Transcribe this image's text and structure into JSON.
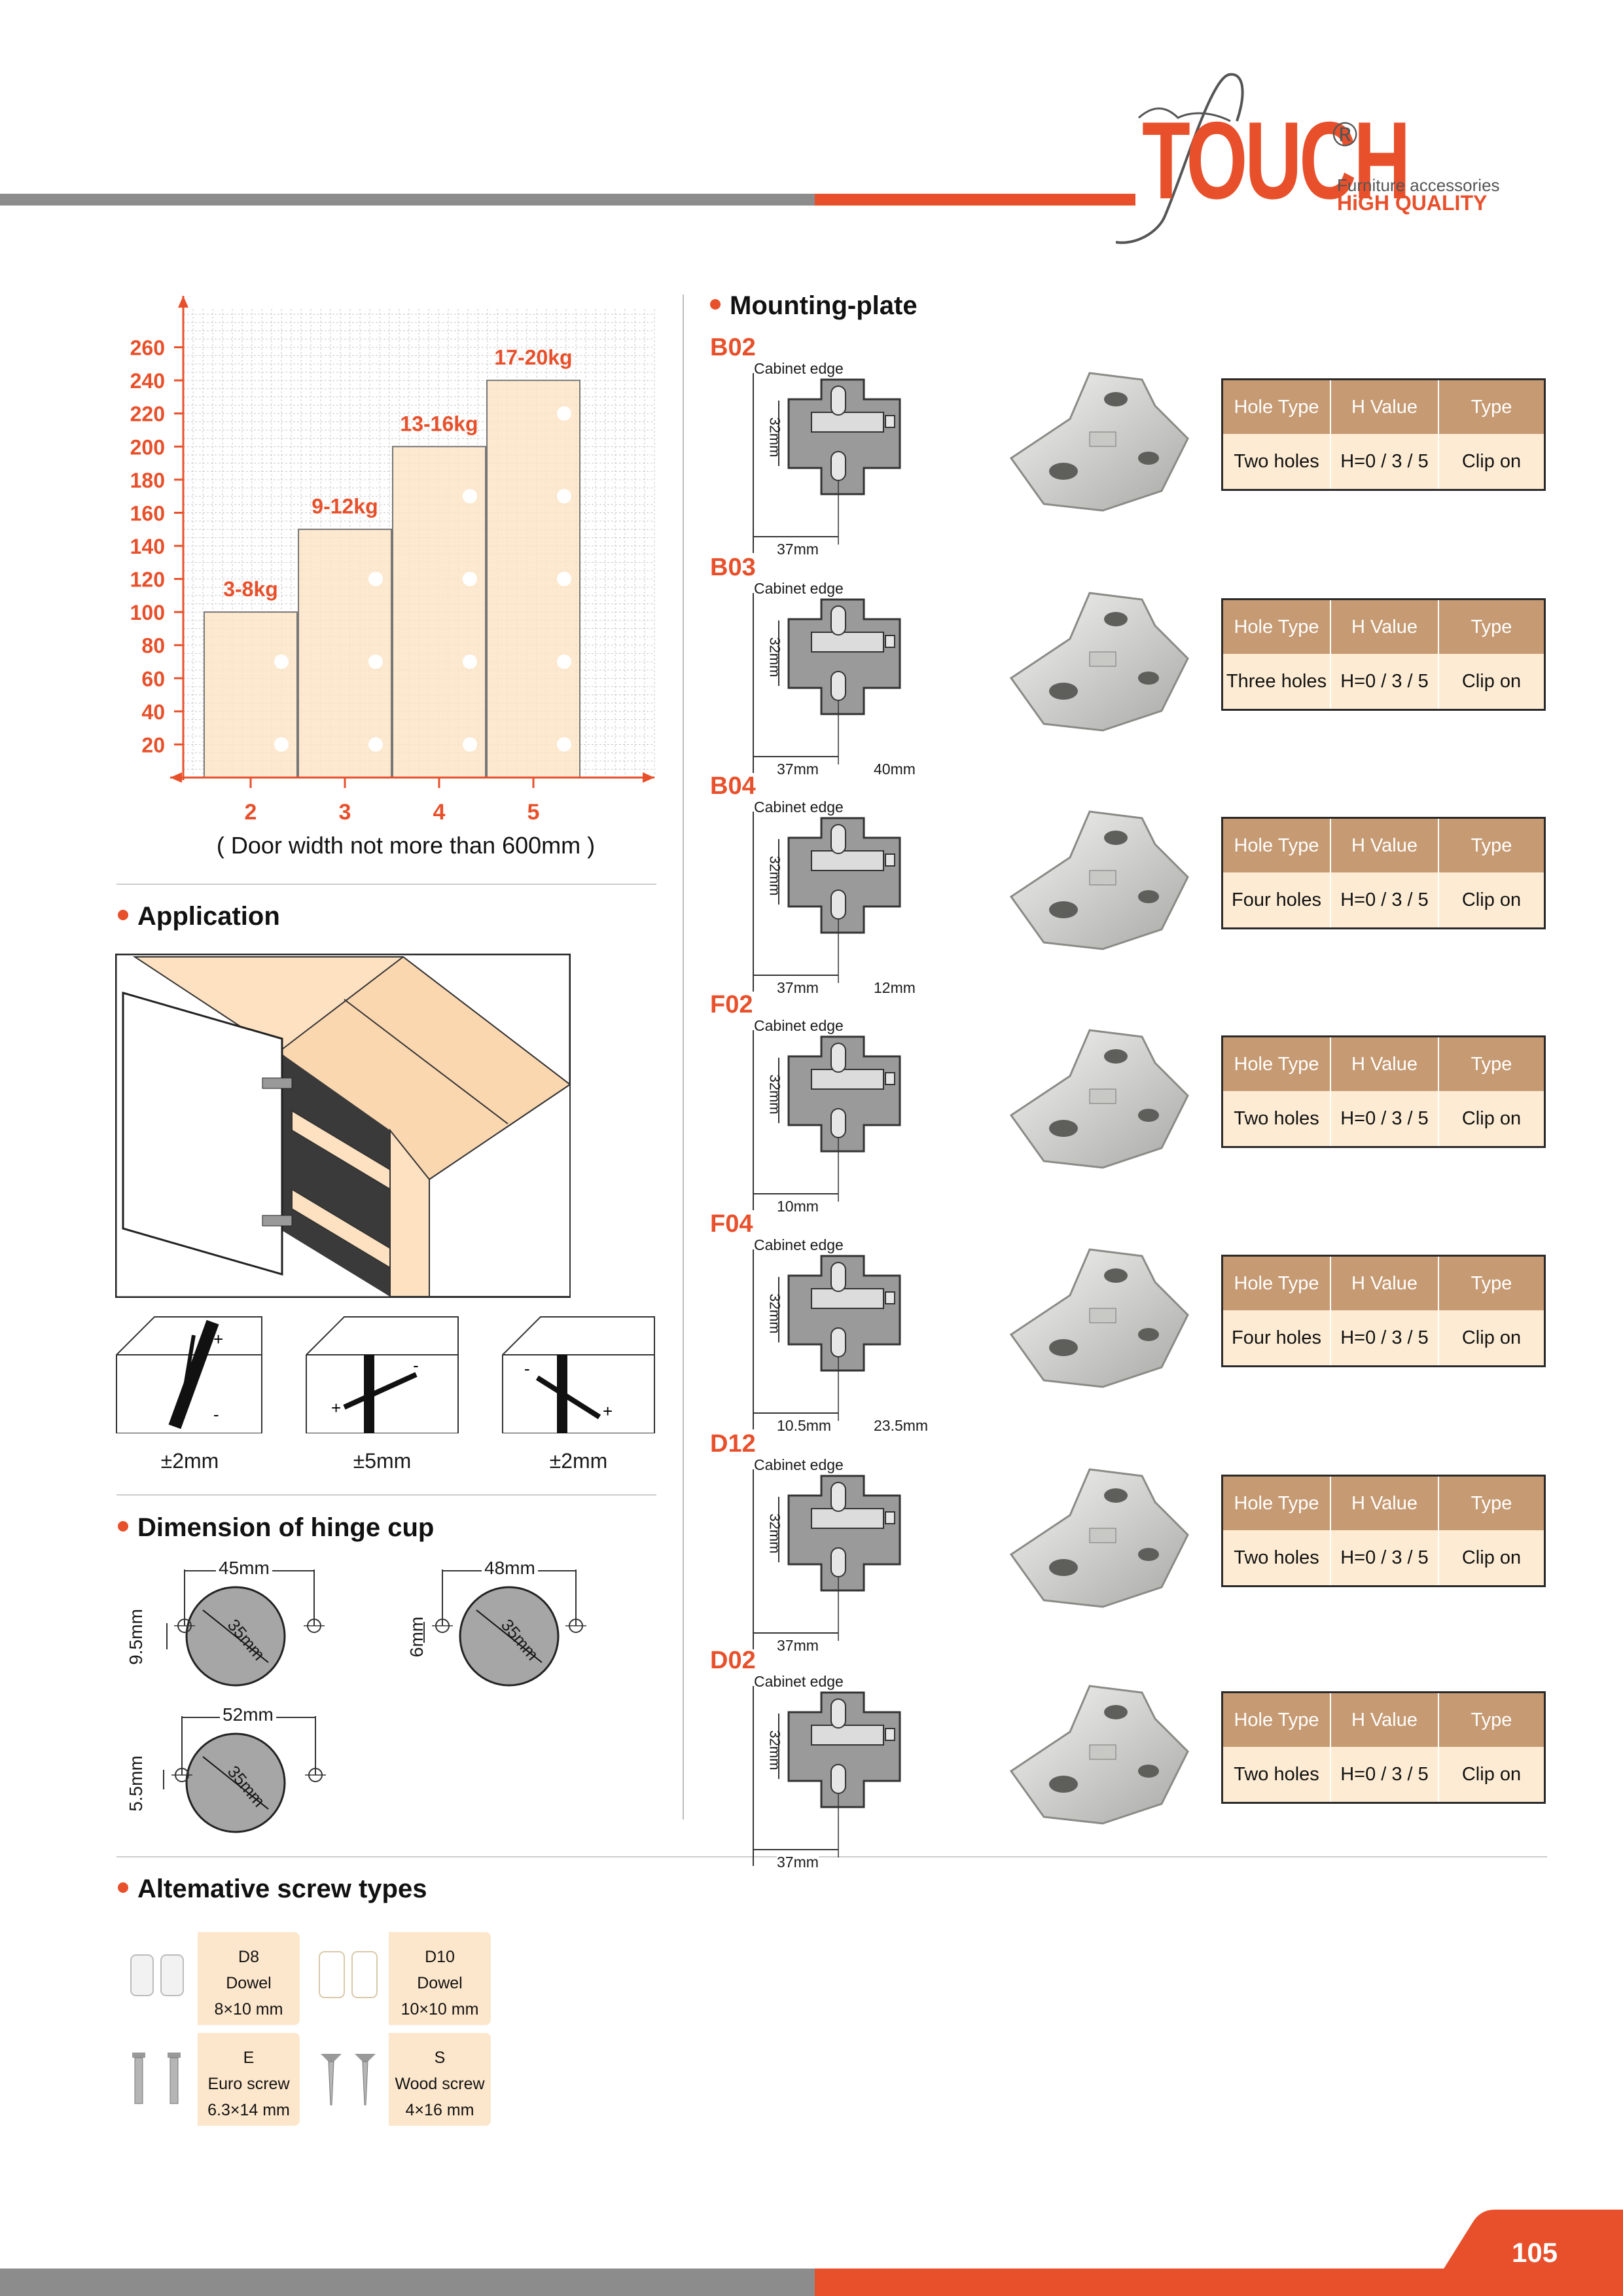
{
  "brand": {
    "name": "TOUCH",
    "registered": "®",
    "tagline1": "Furniture accessories",
    "tagline2": "HiGH QUALITY"
  },
  "page_number": "105",
  "chart_data": {
    "type": "bar",
    "categories": [
      "2",
      "3",
      "4",
      "5"
    ],
    "values": [
      100,
      150,
      200,
      240
    ],
    "data_labels": [
      "3-8kg",
      "9-12kg",
      "13-16kg",
      "17-20kg"
    ],
    "y_ticks": [
      "20",
      "40",
      "60",
      "80",
      "100",
      "120",
      "140",
      "160",
      "180",
      "200",
      "220",
      "240",
      "260"
    ],
    "xlabel": "( Door width not more than 600mm )",
    "ylim": [
      0,
      280
    ],
    "grid": true,
    "colors": {
      "axis": "#e8502b",
      "bar_fill": "#fde3c4",
      "bar_stroke": "#777777",
      "label": "#e8502b"
    }
  },
  "application": {
    "title": "Application",
    "adjustments": [
      "±2mm",
      "±5mm",
      "±2mm"
    ]
  },
  "hinge_cup": {
    "title": "Dimension of hinge cup",
    "cups": [
      {
        "width": "45mm",
        "offset": "9.5mm",
        "diameter": "35mm"
      },
      {
        "width": "48mm",
        "offset": "6mm",
        "diameter": "35mm"
      },
      {
        "width": "52mm",
        "offset": "5.5mm",
        "diameter": "35mm"
      }
    ]
  },
  "mounting_plate": {
    "title": "Mounting-plate",
    "cabinet_edge": "Cabinet edge",
    "headers": [
      "Hole Type",
      "H Value",
      "Type"
    ],
    "items": [
      {
        "code": "B02",
        "hole_type": "Two holes",
        "h_value": "H=0 / 3 / 5",
        "type": "Clip on",
        "dim_v": "32mm",
        "dim_a": "37mm",
        "dim_b": ""
      },
      {
        "code": "B03",
        "hole_type": "Three holes",
        "h_value": "H=0 / 3 / 5",
        "type": "Clip on",
        "dim_v": "32mm",
        "dim_a": "37mm",
        "dim_b": "40mm"
      },
      {
        "code": "B04",
        "hole_type": "Four holes",
        "h_value": "H=0 / 3 / 5",
        "type": "Clip on",
        "dim_v": "32mm",
        "dim_a": "37mm",
        "dim_b": "12mm"
      },
      {
        "code": "F02",
        "hole_type": "Two holes",
        "h_value": "H=0 / 3 / 5",
        "type": "Clip on",
        "dim_v": "32mm",
        "dim_a": "10mm",
        "dim_b": ""
      },
      {
        "code": "F04",
        "hole_type": "Four holes",
        "h_value": "H=0 / 3 / 5",
        "type": "Clip on",
        "dim_v": "32mm",
        "dim_a": "10.5mm",
        "dim_b": "23.5mm"
      },
      {
        "code": "D12",
        "hole_type": "Two holes",
        "h_value": "H=0 / 3 / 5",
        "type": "Clip on",
        "dim_v": "32mm",
        "dim_a": "37mm",
        "dim_b": ""
      },
      {
        "code": "D02",
        "hole_type": "Two holes",
        "h_value": "H=0 / 3 / 5",
        "type": "Clip on",
        "dim_v": "32mm",
        "dim_a": "37mm",
        "dim_b": ""
      }
    ]
  },
  "screws": {
    "title": "Altemative screw types",
    "items": [
      {
        "code": "D8",
        "name": "Dowel",
        "size": "8×10 mm"
      },
      {
        "code": "D10",
        "name": "Dowel",
        "size": "10×10 mm"
      },
      {
        "code": "E",
        "name": "Euro screw",
        "size": "6.3×14 mm"
      },
      {
        "code": "S",
        "name": "Wood screw",
        "size": "4×16 mm"
      }
    ]
  },
  "colors": {
    "accent": "#e8502b",
    "grey_band": "#8c8c8c",
    "table_header": "#c69a72",
    "table_cell": "#fdecd3"
  }
}
